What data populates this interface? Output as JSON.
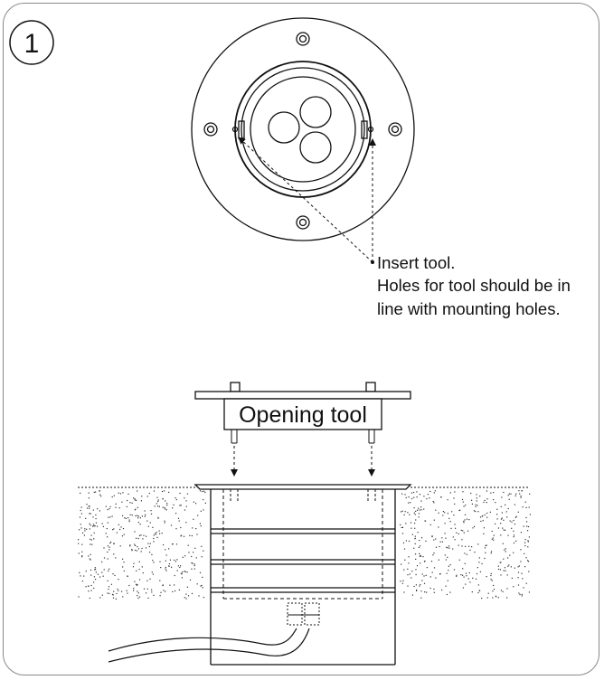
{
  "step": {
    "number": "1"
  },
  "top_view": {
    "note_lines": [
      "Insert tool.",
      "Holes for tool should be in",
      "line with mounting holes."
    ]
  },
  "side_view": {
    "tool_label": "Opening tool"
  },
  "colors": {
    "line": "#111111",
    "frame": "#8a8a8a",
    "background": "#ffffff"
  }
}
